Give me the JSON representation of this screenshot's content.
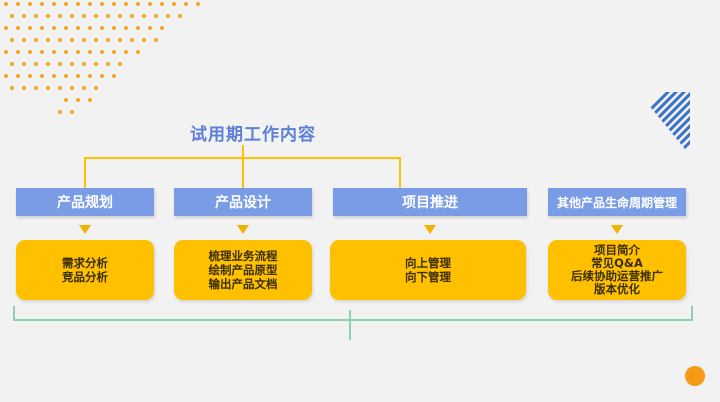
{
  "title": "试用期工作内容",
  "columns": [
    {
      "header": "产品规划",
      "items": [
        "需求分析",
        "竞品分析"
      ]
    },
    {
      "header": "产品设计",
      "items": [
        "梳理业务流程",
        "绘制产品原型",
        "输出产品文档"
      ]
    },
    {
      "header": "项目推进",
      "items": [
        "向上管理",
        "向下管理"
      ]
    },
    {
      "header": "其他产品生命周期管理",
      "items": [
        "项目简介",
        "常见Q&A",
        "后续协助运营推广",
        "版本优化"
      ]
    }
  ],
  "colors": {
    "background": "#f2f2f2",
    "title": "#5b7fd6",
    "header_fill": "#7a9ce6",
    "box_fill": "#ffc000",
    "connector": "#ffc000",
    "bracket": "#8fcfaa",
    "dots": "#f5a623",
    "stripes": "#3a72c8",
    "circle": "#f59a16"
  }
}
